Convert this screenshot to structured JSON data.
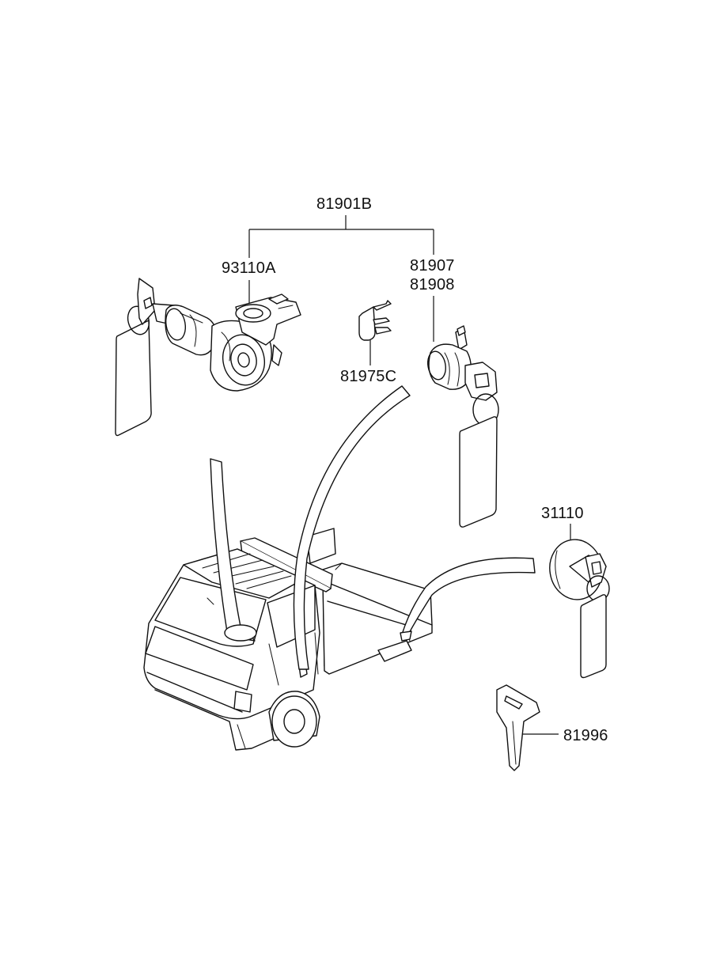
{
  "labels": {
    "lock_set": "81901B",
    "ignition_lock": "93110A",
    "door_lock": "81907",
    "door_lock_2": "81908",
    "clip": "81975C",
    "fuel_cap": "31110",
    "blank_key": "81996"
  }
}
